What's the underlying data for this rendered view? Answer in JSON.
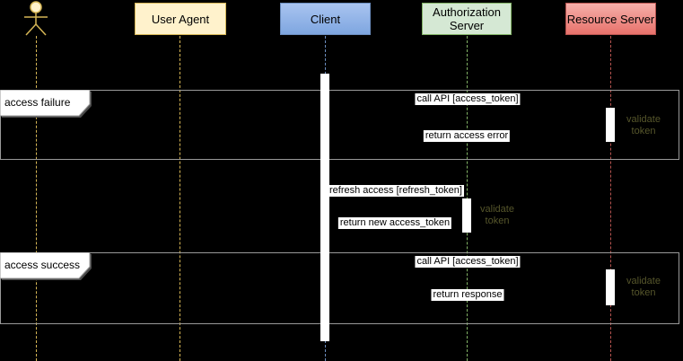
{
  "diagram": {
    "type": "uml-sequence",
    "participants": {
      "user_agent": {
        "label": "User Agent"
      },
      "client": {
        "label": "Client"
      },
      "auth_server": {
        "label": "Authorization Server"
      },
      "resource_server": {
        "label": "Resource Server"
      }
    },
    "frames": [
      {
        "label": "access failure"
      },
      {
        "label": "access success"
      }
    ],
    "messages": [
      {
        "text": "call API [access_token]",
        "from": "Client",
        "to": "Resource Server"
      },
      {
        "text": "return access error",
        "from": "Resource Server",
        "to": "Client"
      },
      {
        "text": "refresh access [refresh_token]",
        "from": "Client",
        "to": "Authorization Server"
      },
      {
        "text": "return new access_token",
        "from": "Authorization Server",
        "to": "Client"
      },
      {
        "text": "call API [access_token]",
        "from": "Client",
        "to": "Resource Server"
      },
      {
        "text": "return response",
        "from": "Resource Server",
        "to": "Client"
      }
    ],
    "notes": [
      {
        "text": "validate token",
        "at": "Resource Server"
      },
      {
        "text": "validate token",
        "at": "Authorization Server"
      },
      {
        "text": "validate token",
        "at": "Resource Server"
      }
    ],
    "colors": {
      "background": "#000000",
      "actor_stroke": "#D6B656",
      "actor_fill": "#FFF2CC",
      "user_agent_fill": "#FFF2CC",
      "user_agent_stroke": "#D6B656",
      "client_fill_top": "#A9C4F0",
      "client_fill_bottom": "#7EA6E0",
      "client_stroke": "#6C8EBF",
      "auth_fill": "#D5E8D4",
      "auth_stroke": "#82B366",
      "resource_fill_top": "#F5AFAA",
      "resource_fill_bottom": "#E8726B",
      "resource_stroke": "#B85450",
      "frame_stroke": "#999999",
      "activation_fill": "#FFFFFF",
      "note_text": "#56562B"
    }
  }
}
